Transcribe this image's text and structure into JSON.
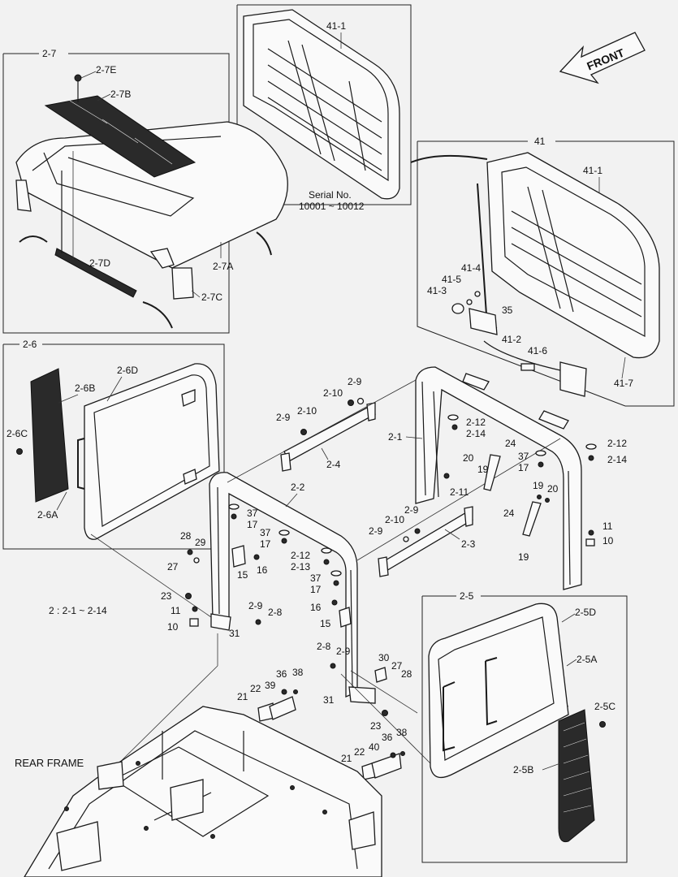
{
  "orientation": {
    "label": "FRONT"
  },
  "serial": {
    "line1": "Serial No.",
    "line2": "10001 ~ 10012"
  },
  "group_note": "2 : 2-1 ~ 2-14",
  "rear_frame_label": "REAR FRAME",
  "boxes": {
    "b27": "2-7",
    "b26": "2-6",
    "b25": "2-5",
    "b41": "41"
  },
  "callouts": [
    "41-1",
    "2-7E",
    "2-7B",
    "2-7D",
    "2-7A",
    "2-7C",
    "41-1",
    "41-4",
    "41-5",
    "41-3",
    "35",
    "41-2",
    "41-6",
    "41-7",
    "2-6D",
    "2-6B",
    "2-6C",
    "2-6A",
    "2-9",
    "2-10",
    "2-9",
    "2-10",
    "2-4",
    "2-1",
    "2-12",
    "2-14",
    "24",
    "20",
    "19",
    "37",
    "17",
    "2-12",
    "2-14",
    "2-11",
    "2-2",
    "37",
    "17",
    "37",
    "17",
    "28",
    "29",
    "27",
    "15",
    "16",
    "2-12",
    "2-13",
    "37",
    "17",
    "19",
    "20",
    "24",
    "19",
    "2-10",
    "2-9",
    "2-9",
    "2-3",
    "11",
    "10",
    "23",
    "11",
    "10",
    "2-9",
    "2-8",
    "31",
    "16",
    "15",
    "2-8",
    "2-9",
    "30",
    "27",
    "28",
    "31",
    "36",
    "38",
    "39",
    "22",
    "21",
    "23",
    "40",
    "36",
    "38",
    "22",
    "21",
    "2-5D",
    "2-5A",
    "2-5C",
    "2-5B"
  ]
}
